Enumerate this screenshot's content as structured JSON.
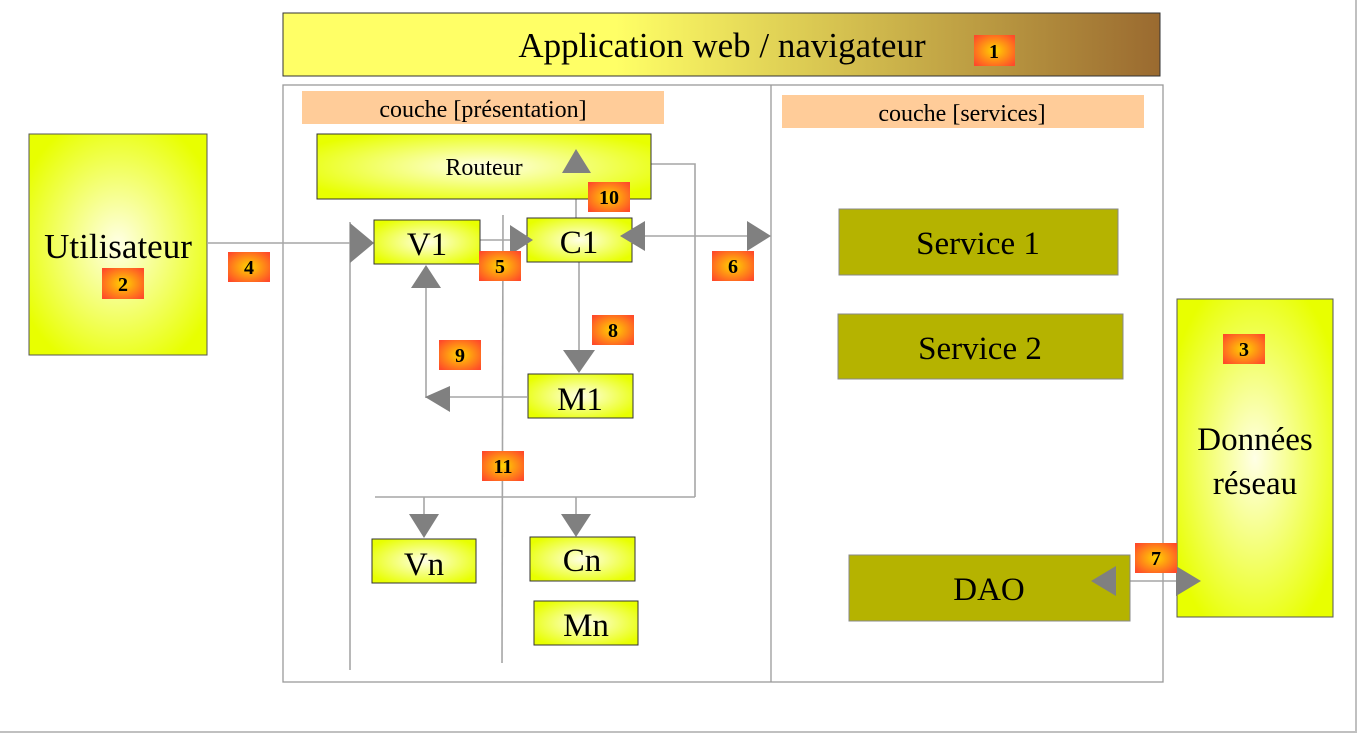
{
  "diagram": {
    "title": "Application web / navigateur",
    "colors": {
      "yellow_box": "#e8ff00",
      "yellow_center": "#ffffe0",
      "olive_box": "#b5b300",
      "layer_label_bg": "#ffcc99",
      "badge_outer": "#ff5a28",
      "badge_inner": "#ffd700",
      "title_gradient_start": "#ffff66",
      "title_gradient_end": "#996633",
      "connector": "#a6a6a6",
      "arrowhead": "#808080"
    },
    "actors": {
      "user": "Utilisateur",
      "data": [
        "Données",
        "réseau"
      ]
    },
    "layers": {
      "presentation": "couche [présentation]",
      "services": "couche [services]"
    },
    "presentation_nodes": {
      "router": "Routeur",
      "v1": "V1",
      "c1": "C1",
      "m1": "M1",
      "vn": "Vn",
      "cn": "Cn",
      "mn": "Mn"
    },
    "service_nodes": {
      "service1": "Service 1",
      "service2": "Service 2",
      "dao": "DAO"
    },
    "badges": {
      "b1": "1",
      "b2": "2",
      "b3": "3",
      "b4": "4",
      "b5": "5",
      "b6": "6",
      "b7": "7",
      "b8": "8",
      "b9": "9",
      "b10": "10",
      "b11": "11"
    }
  }
}
